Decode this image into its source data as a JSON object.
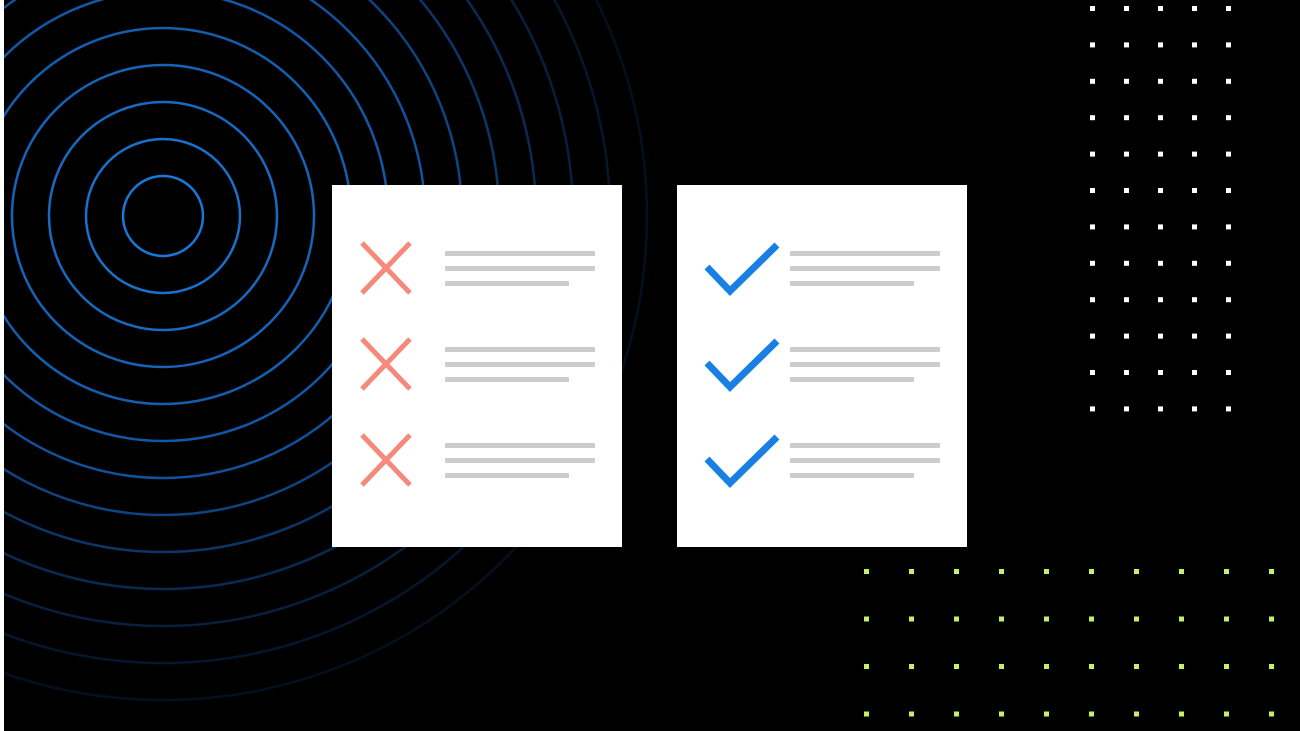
{
  "colors": {
    "background": "#000000",
    "card": "#ffffff",
    "text_line": "#cccccc",
    "cross": "#f58a7c",
    "check": "#1a7fe3",
    "rings": "#1a6fd6",
    "dots_white": "#ffffff",
    "dots_green": "#c5f06a"
  },
  "cards": [
    {
      "name": "incorrect-list-card",
      "marker_icon": "cross-icon",
      "items": [
        {
          "lines": 3
        },
        {
          "lines": 3
        },
        {
          "lines": 3
        }
      ]
    },
    {
      "name": "correct-list-card",
      "marker_icon": "checkmark-icon",
      "items": [
        {
          "lines": 3
        },
        {
          "lines": 3
        },
        {
          "lines": 3
        }
      ]
    }
  ],
  "decorations": {
    "rings_icon": "concentric-rings-icon",
    "white_dots": {
      "rows": 12,
      "cols": 5
    },
    "green_dots": {
      "rows": 4,
      "cols": 10
    }
  }
}
